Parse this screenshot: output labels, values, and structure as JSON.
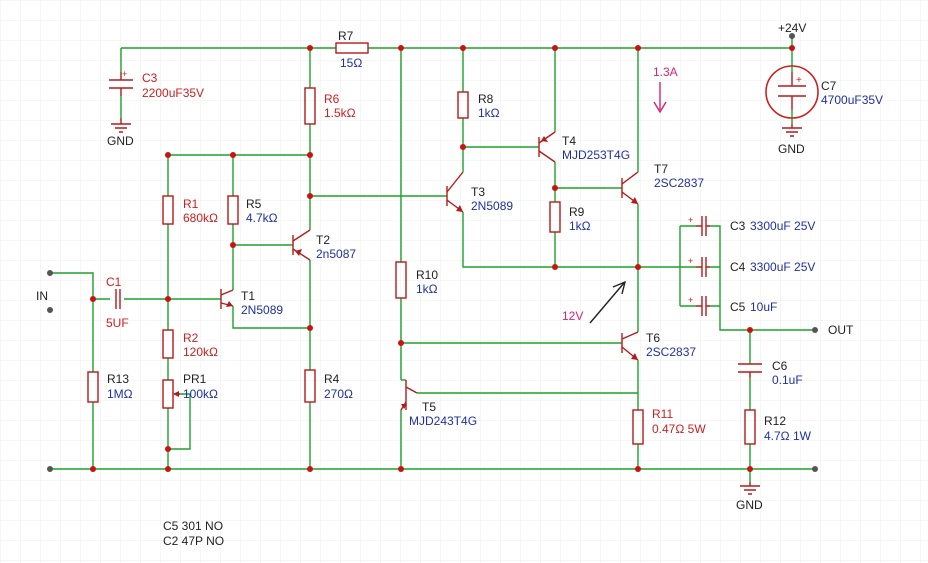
{
  "colors": {
    "wire": "#1fa12a",
    "part": "#b31b1b",
    "grid": "#eeeeee",
    "ref": "#cc2020",
    "value": "#2030a0",
    "text": "#222222",
    "annotation": "#d6237a"
  },
  "supply_label": "+24V",
  "input_label": "IN",
  "output_label": "OUT",
  "gnd_label": "GND",
  "annotations": {
    "current": "1.3A",
    "voltage": "12V"
  },
  "components": {
    "R1": {
      "ref": "R1",
      "value": "680kΩ"
    },
    "R2": {
      "ref": "R2",
      "value": "120kΩ"
    },
    "R4": {
      "ref": "R4",
      "value": "270Ω"
    },
    "R5": {
      "ref": "R5",
      "value": "4.7kΩ"
    },
    "R6": {
      "ref": "R6",
      "value": "1.5kΩ"
    },
    "R7": {
      "ref": "R7",
      "value": "15Ω"
    },
    "R8": {
      "ref": "R8",
      "value": "1kΩ"
    },
    "R9": {
      "ref": "R9",
      "value": "1kΩ"
    },
    "R10": {
      "ref": "R10",
      "value": "1kΩ"
    },
    "R11": {
      "ref": "R11",
      "value": "0.47Ω 5W"
    },
    "R12": {
      "ref": "R12",
      "value": "4.7Ω 1W"
    },
    "R13": {
      "ref": "R13",
      "value": "1MΩ"
    },
    "PR1": {
      "ref": "PR1",
      "value": "100kΩ"
    },
    "C1": {
      "ref": "C1",
      "value": "5UF"
    },
    "C3": {
      "ref": "C3",
      "value": "2200uF35V"
    },
    "C3b": {
      "ref": "C3",
      "value": "3300uF 25V"
    },
    "C4": {
      "ref": "C4",
      "value": "3300uF 25V"
    },
    "C5": {
      "ref": "C5",
      "value": "10uF"
    },
    "C6": {
      "ref": "C6",
      "value": "0.1uF"
    },
    "C7": {
      "ref": "C7",
      "value": "4700uF35V"
    },
    "T1": {
      "ref": "T1",
      "value": "2N5089"
    },
    "T2": {
      "ref": "T2",
      "value": "2n5087"
    },
    "T3": {
      "ref": "T3",
      "value": "2N5089"
    },
    "T4": {
      "ref": "T4",
      "value": "MJD253T4G"
    },
    "T5": {
      "ref": "T5",
      "value": "MJD243T4G"
    },
    "T6": {
      "ref": "T6",
      "value": "2SC2837"
    },
    "T7": {
      "ref": "T7",
      "value": "2SC2837"
    }
  },
  "notes": [
    "C5 301 NO",
    "C2 47P NO"
  ]
}
